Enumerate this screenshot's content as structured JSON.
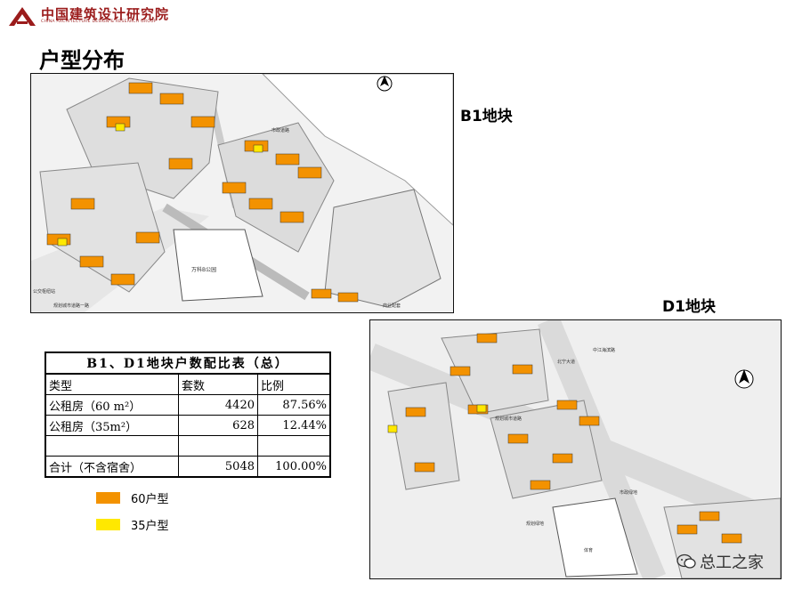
{
  "header": {
    "logo_cn": "中国建筑设计研究院",
    "logo_en": "CHINA ARCHITECTURE DESIGN & RESEARCH GROUP",
    "logo_color": "#9b1c1c"
  },
  "title": "户型分布",
  "blocks": {
    "b1_label": "B1地块",
    "d1_label": "D1地块"
  },
  "b1_plan": {
    "road_top": "市政道路",
    "lot_label": "万科B公园",
    "bottom_left": "公交枢纽站",
    "bottom_road": "规划城市道路一路",
    "right_label": "商业配套"
  },
  "d1_plan": {
    "road_a": "北宁大道",
    "road_b": "规划城市道路",
    "lot_a": "市政绿地",
    "lot_b": "规划绿地",
    "lot_c": "体育",
    "road_c": "中江海滨路"
  },
  "table": {
    "title": "B1、D1地块户数配比表（总）",
    "headers": [
      "类型",
      "套数",
      "比例"
    ],
    "rows": [
      {
        "type": "公租房（60 m²）",
        "count": "4420",
        "ratio": "87.56%"
      },
      {
        "type": "公租房（35m²）",
        "count": "628",
        "ratio": "12.44%"
      },
      {
        "type": "",
        "count": "",
        "ratio": ""
      },
      {
        "type": "合计（不含宿舍）",
        "count": "5048",
        "ratio": "100.00%"
      }
    ]
  },
  "legend": [
    {
      "label": "60户型",
      "color": "#f39200"
    },
    {
      "label": "35户型",
      "color": "#ffe800"
    }
  ],
  "watermark": "总工之家"
}
